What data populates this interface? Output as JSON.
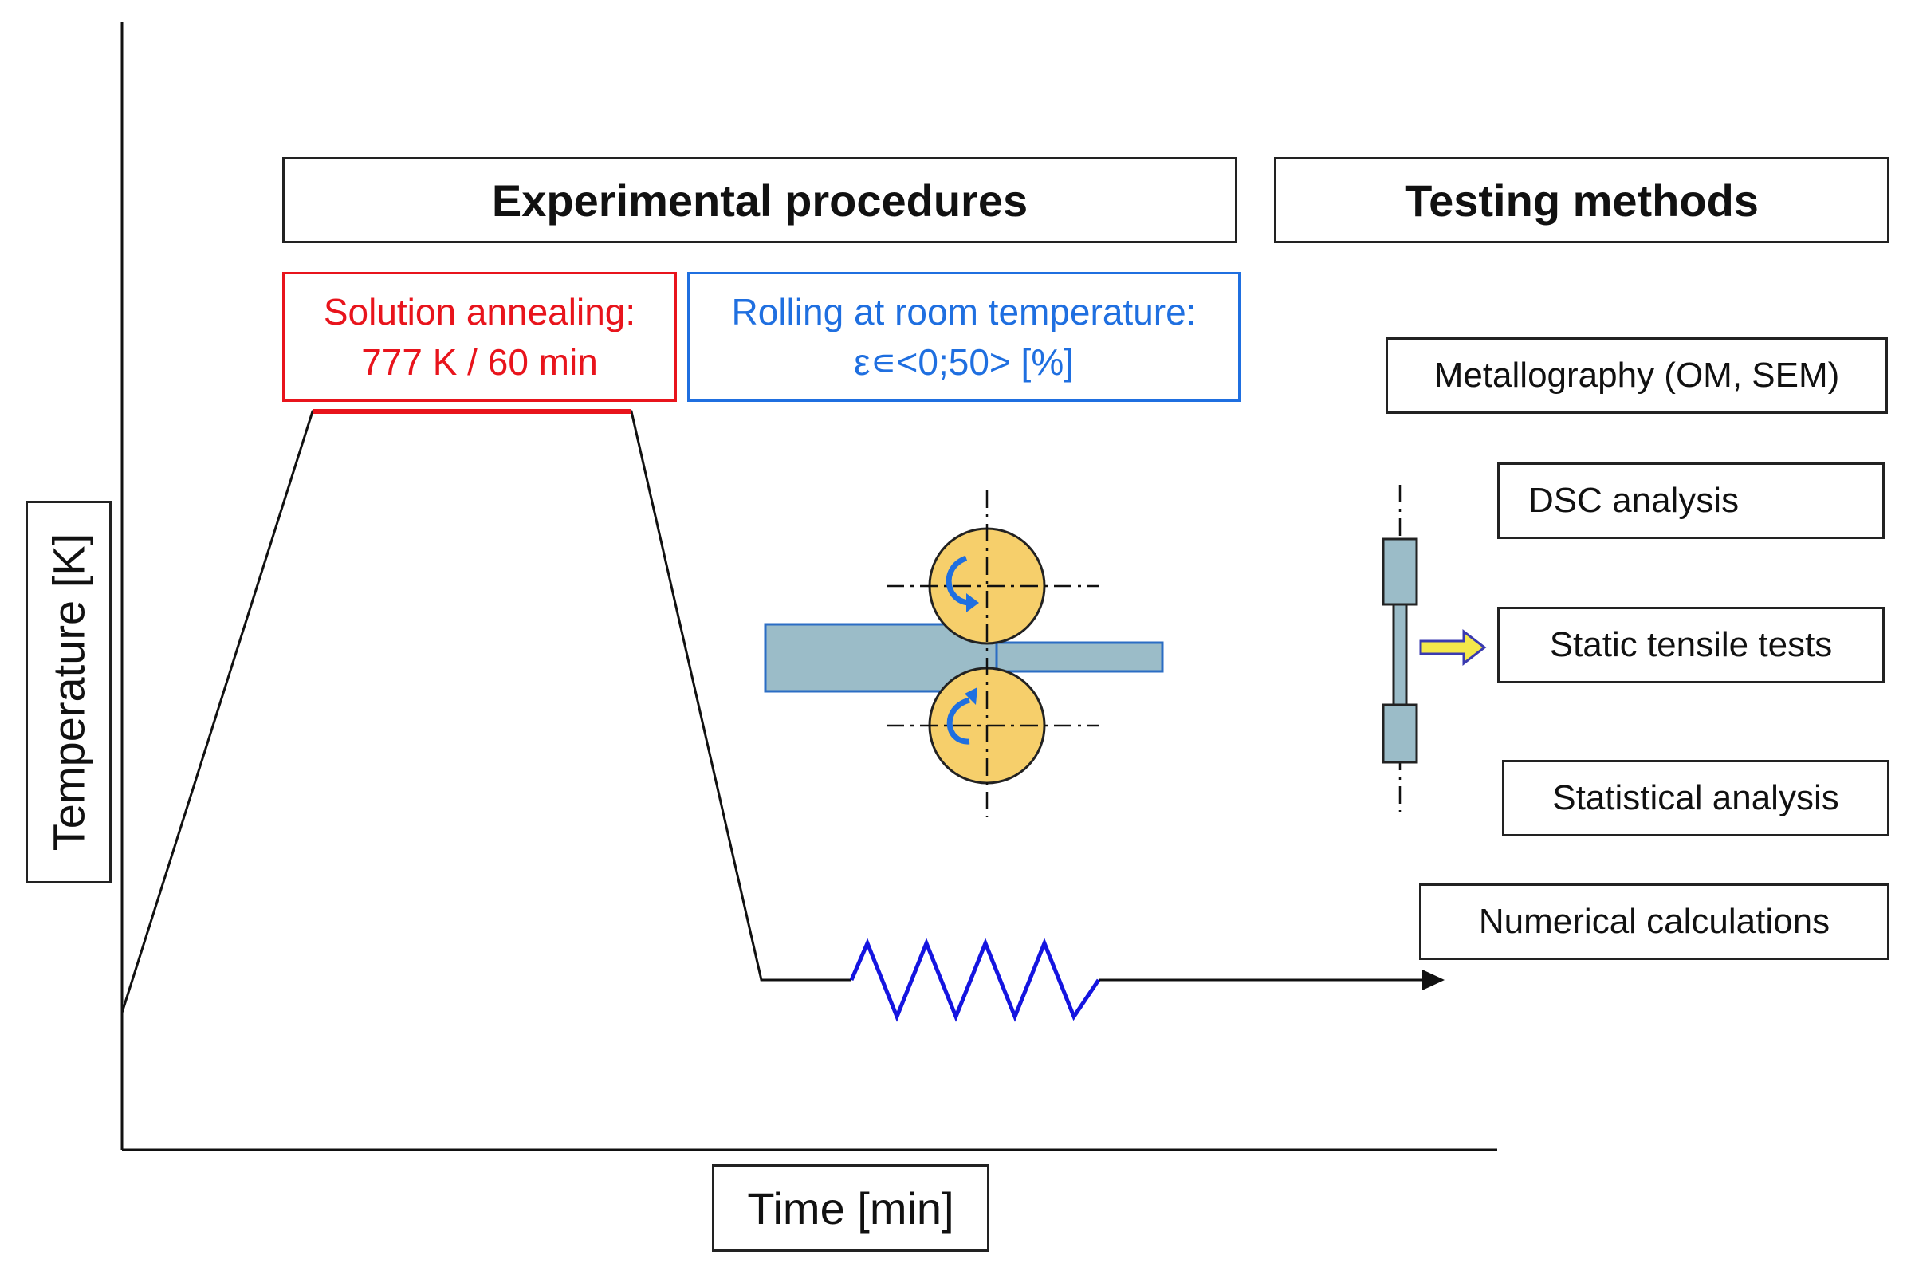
{
  "header_experimental": "Experimental procedures",
  "header_testing": "Testing methods",
  "solution_annealing": {
    "line1": "Solution annealing:",
    "line2": "777 K / 60 min",
    "color": "#e8141c"
  },
  "rolling": {
    "line1": "Rolling at room temperature:",
    "line2": "ε∊<0;50> [%]",
    "color": "#1f6fe0"
  },
  "testing_methods": [
    "Metallography (OM, SEM)",
    "DSC analysis",
    "Static tensile tests",
    "Statistical analysis",
    "Numerical calculations"
  ],
  "axes": {
    "x_label": "Time [min]",
    "y_label": "Temperature [K]"
  },
  "colors": {
    "roll_fill": "#f6cf6b",
    "sheet_fill": "#9bbcc8",
    "zigzag": "#1414e0",
    "arrow_fill": "#f4e84a"
  }
}
